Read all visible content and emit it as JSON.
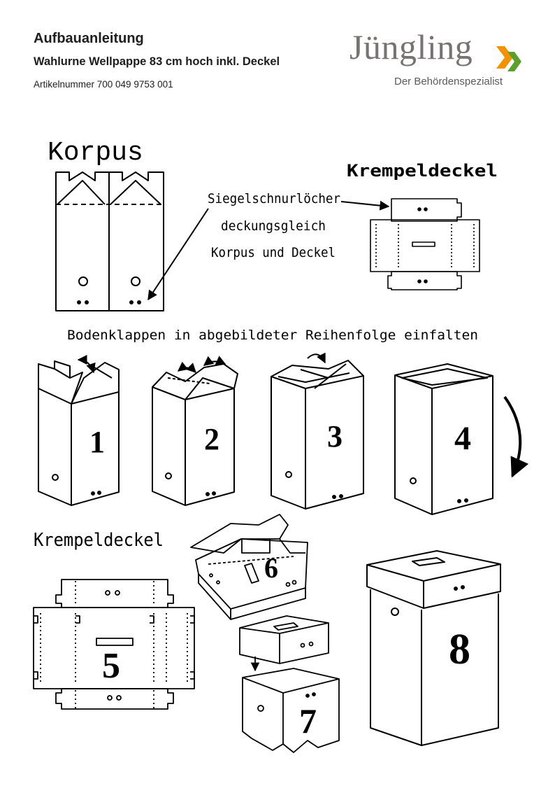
{
  "header": {
    "title": "Aufbauanleitung",
    "product": "Wahlurne Wellpappe 83 cm hoch inkl. Deckel",
    "article": "Artikelnummer 700 049 9753 001"
  },
  "logo": {
    "name": "Jüngling",
    "subtitle": "Der Behördenspezialist",
    "accent_orange": "#f39200",
    "accent_green": "#5aa02c"
  },
  "labels": {
    "korpus": "Korpus",
    "krempeldeckel_top": "Krempeldeckel",
    "siegel_line1": "Siegelschnurlöcher",
    "siegel_line2": "deckungsgleich",
    "siegel_line3": "Korpus und Deckel",
    "instruction": "Bodenklappen in abgebildeter Reihenfolge einfalten",
    "krempeldeckel_bottom": "Krempeldeckel"
  },
  "steps": [
    "1",
    "2",
    "3",
    "4",
    "5",
    "6",
    "7",
    "8"
  ]
}
